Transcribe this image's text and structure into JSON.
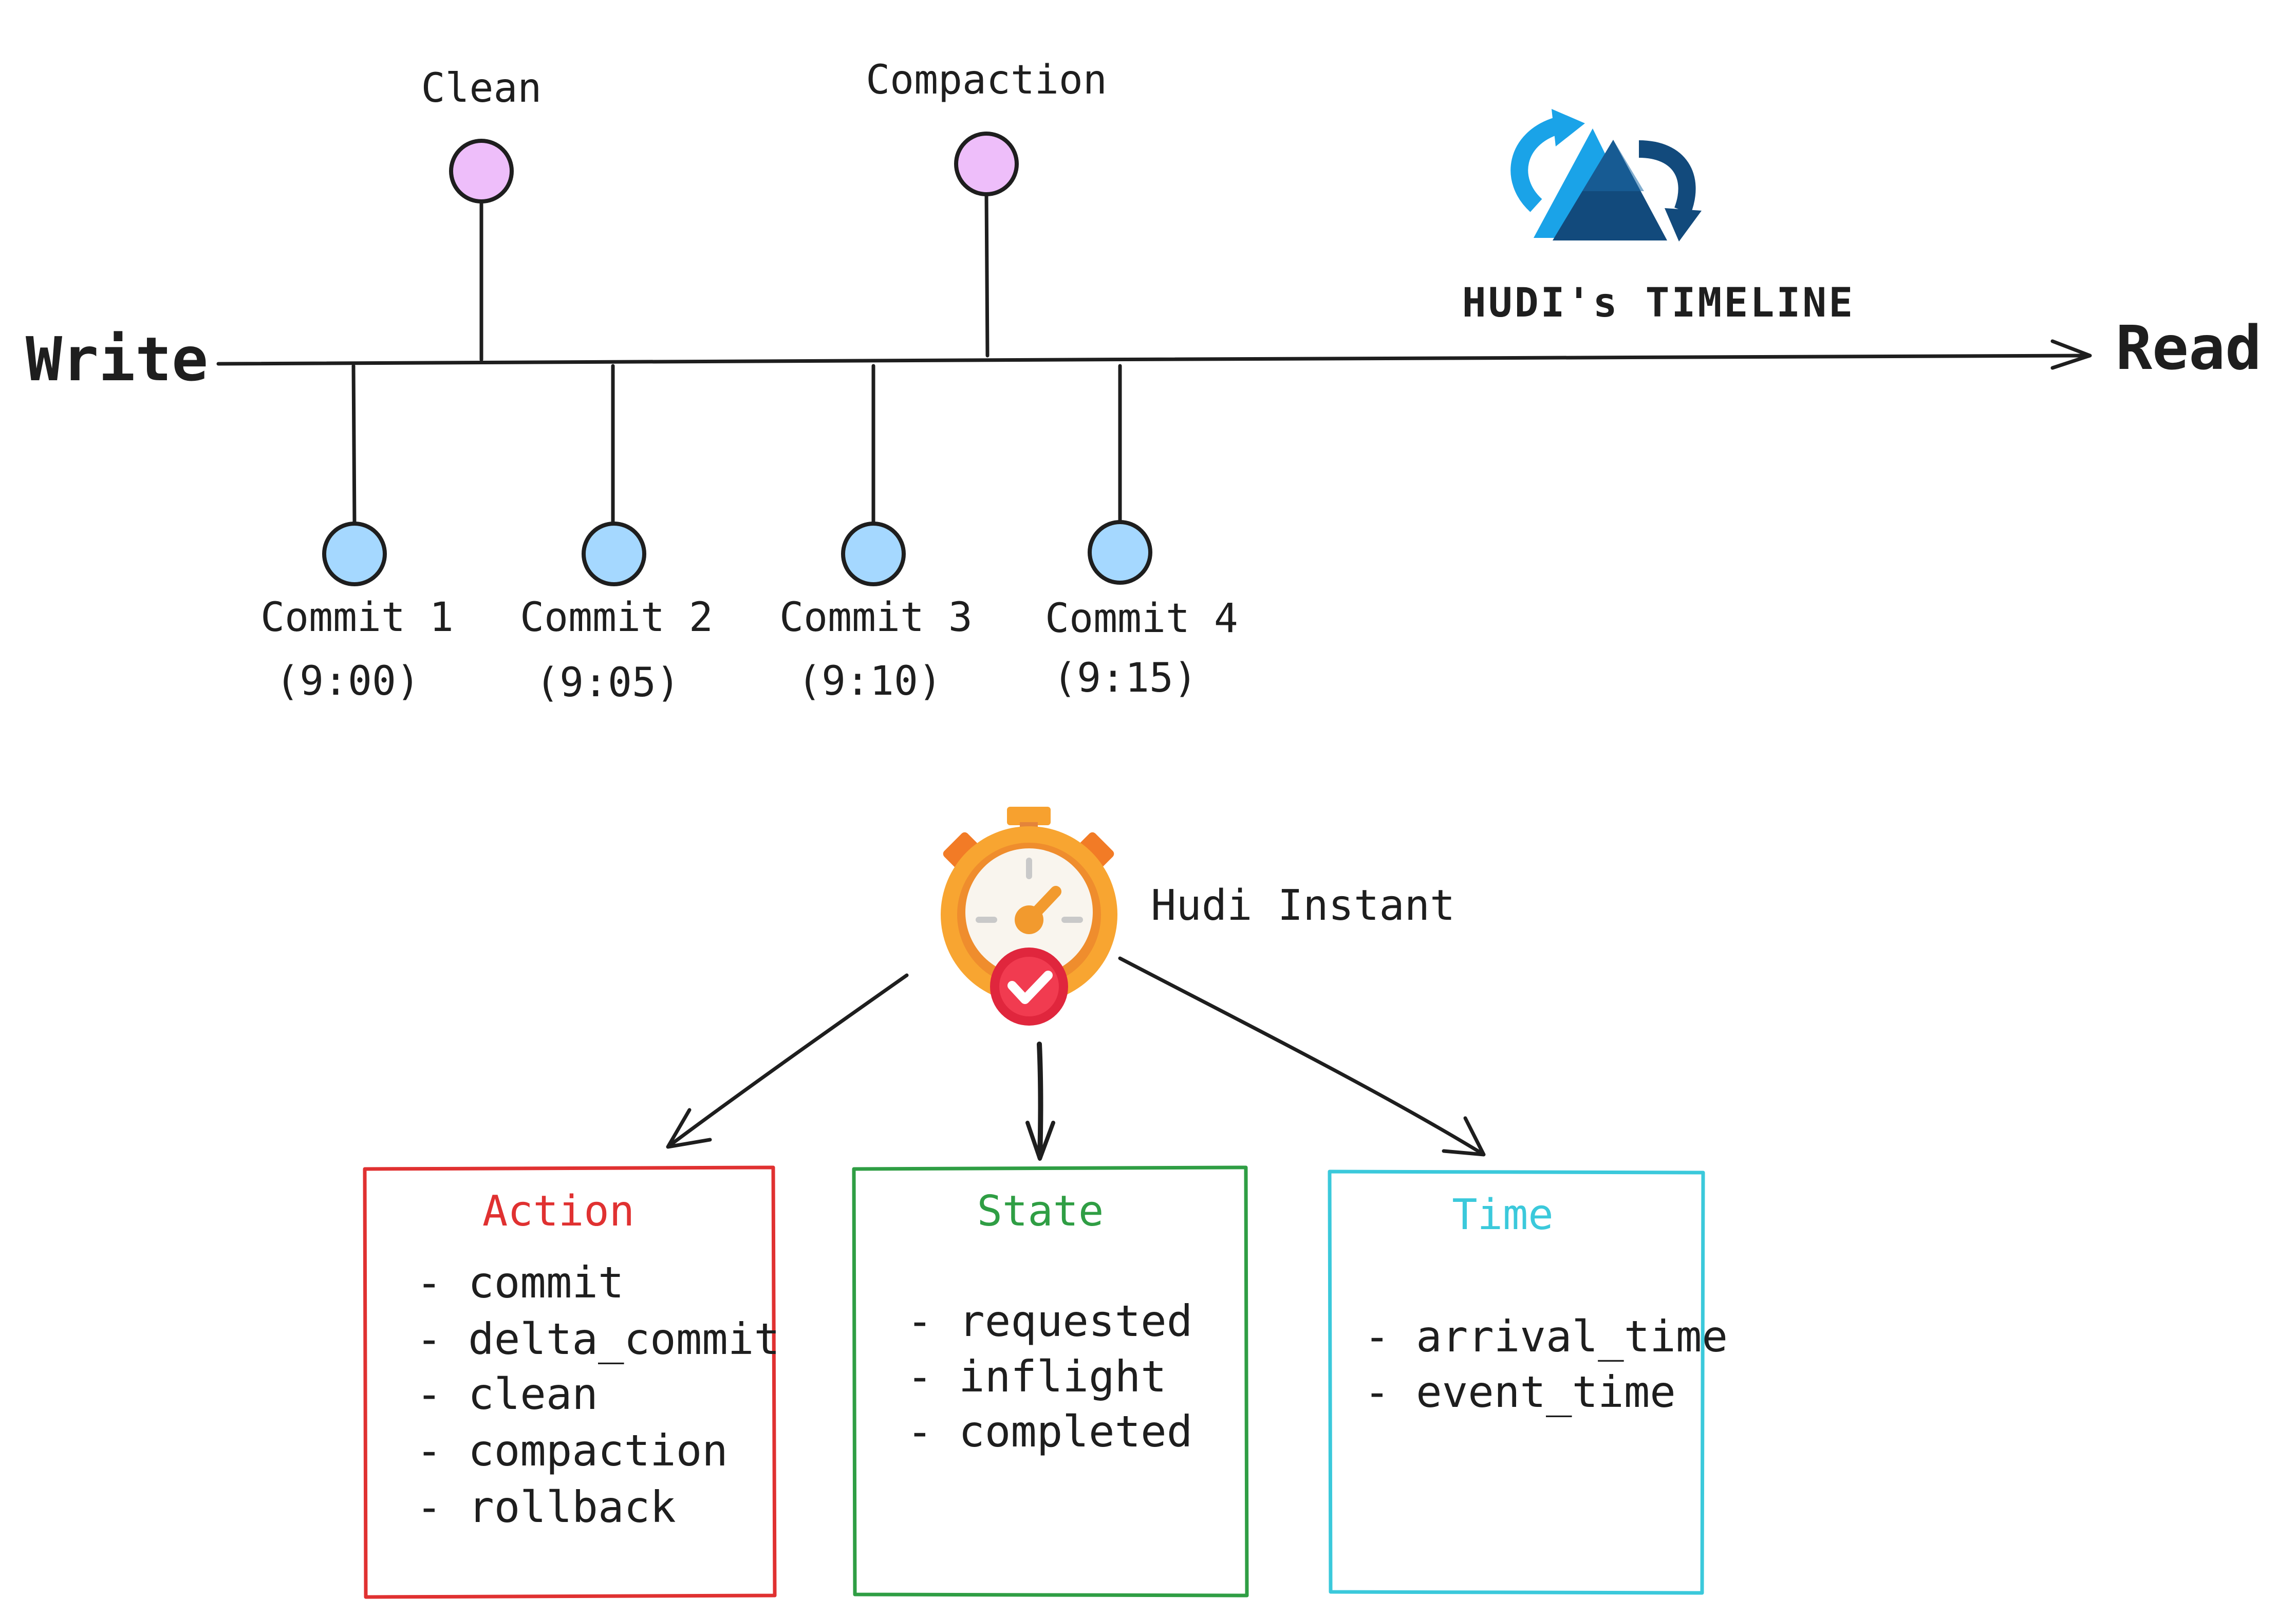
{
  "timeline": {
    "start_label": "Write",
    "end_label": "Read",
    "upper_events": [
      {
        "label": "Clean"
      },
      {
        "label": "Compaction"
      }
    ],
    "lower_events": [
      {
        "label": "Commit 1",
        "time": "(9:00)"
      },
      {
        "label": "Commit 2",
        "time": "(9:05)"
      },
      {
        "label": "Commit 3",
        "time": "(9:10)"
      },
      {
        "label": "Commit 4",
        "time": "(9:15)"
      }
    ]
  },
  "logo": {
    "caption": "HUDI's TIMELINE",
    "icon": "hudi-logo-icon"
  },
  "instant": {
    "label": "Hudi Instant",
    "icon": "stopwatch-check-icon"
  },
  "boxes": [
    {
      "title": "Action",
      "color": "#e03131",
      "items": [
        "- commit",
        "- delta_commit",
        "- clean",
        "- compaction",
        "- rollback"
      ]
    },
    {
      "title": "State",
      "color": "#2f9e44",
      "items": [
        "- requested",
        "- inflight",
        "- completed"
      ]
    },
    {
      "title": "Time",
      "color": "#3bc9db",
      "items": [
        "- arrival_time",
        "- event_time"
      ]
    }
  ],
  "colors": {
    "upper_node": "#eebefa",
    "lower_node": "#a5d8ff",
    "stroke": "#1e1e1e"
  }
}
